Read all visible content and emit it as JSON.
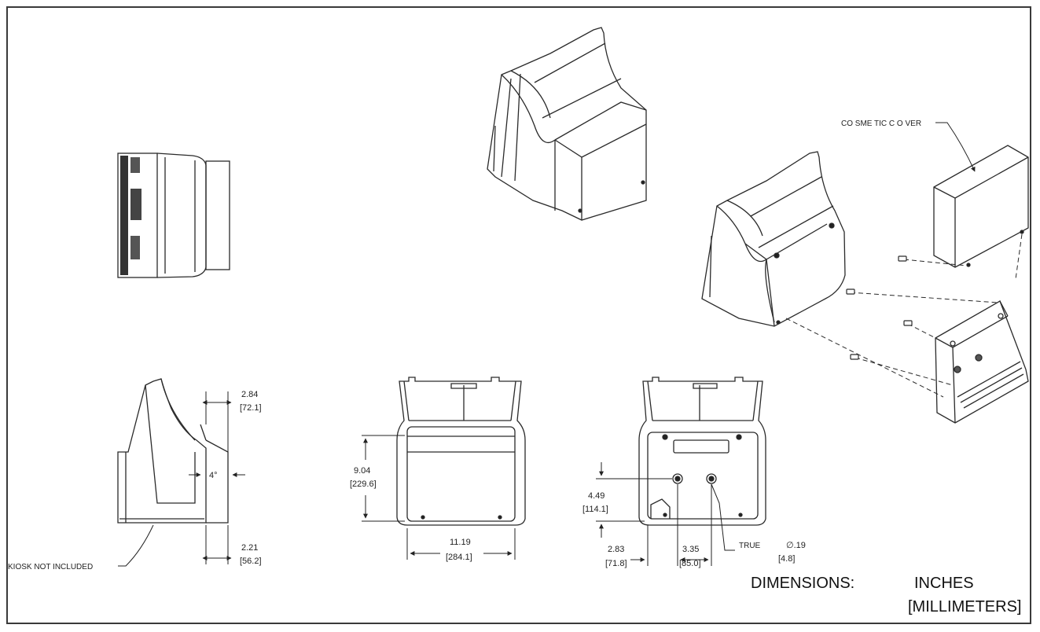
{
  "labels": {
    "cosmetic_cover": "CO SME TIC  C O VER",
    "kiosk_not_included": "KIOSK NOT INCLUDED",
    "true_label": "TRUE",
    "units_title": "DIMENSIONS:",
    "units_primary": "INCHES",
    "units_secondary": "[MILLIMETERS]"
  },
  "dimensions": {
    "side_top_in": "2.84",
    "side_top_mm": "[72.1]",
    "side_angle": "4°",
    "side_bottom_in": "2.21",
    "side_bottom_mm": "[56.2]",
    "front_height_in": "9.04",
    "front_height_mm": "[229.6]",
    "front_width_in": "11.19",
    "front_width_mm": "[284.1]",
    "back_hole_height_in": "4.49",
    "back_hole_height_mm": "[114.1]",
    "back_left_in": "2.83",
    "back_left_mm": "[71.8]",
    "back_spacing_in": "3.35",
    "back_spacing_mm": "[85.0]",
    "hole_diameter_in": "∅.19",
    "hole_diameter_mm": "[4.8]"
  },
  "colors": {
    "line": "#2a2a2a",
    "frame": "#3a3a3a"
  }
}
